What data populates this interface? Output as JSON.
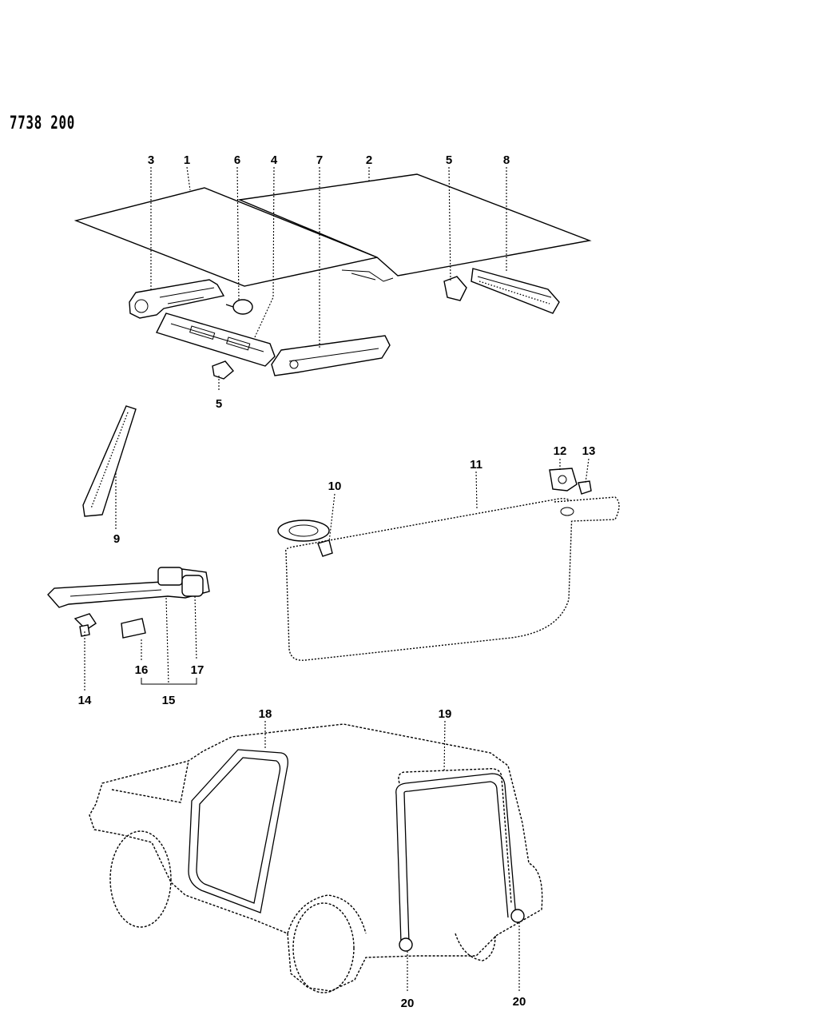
{
  "document": {
    "code": "7738 200"
  },
  "callouts": [
    {
      "id": "c3",
      "text": "3"
    },
    {
      "id": "c1",
      "text": "1"
    },
    {
      "id": "c6",
      "text": "6"
    },
    {
      "id": "c4",
      "text": "4"
    },
    {
      "id": "c7",
      "text": "7"
    },
    {
      "id": "c2",
      "text": "2"
    },
    {
      "id": "c5a",
      "text": "5"
    },
    {
      "id": "c8",
      "text": "8"
    },
    {
      "id": "c5b",
      "text": "5"
    },
    {
      "id": "c9",
      "text": "9"
    },
    {
      "id": "c10",
      "text": "10"
    },
    {
      "id": "c11",
      "text": "11"
    },
    {
      "id": "c12",
      "text": "12"
    },
    {
      "id": "c13",
      "text": "13"
    },
    {
      "id": "c14",
      "text": "14"
    },
    {
      "id": "c15",
      "text": "15"
    },
    {
      "id": "c16",
      "text": "16"
    },
    {
      "id": "c17",
      "text": "17"
    },
    {
      "id": "c18",
      "text": "18"
    },
    {
      "id": "c19",
      "text": "19"
    },
    {
      "id": "c20a",
      "text": "20"
    },
    {
      "id": "c20b",
      "text": "20"
    }
  ]
}
